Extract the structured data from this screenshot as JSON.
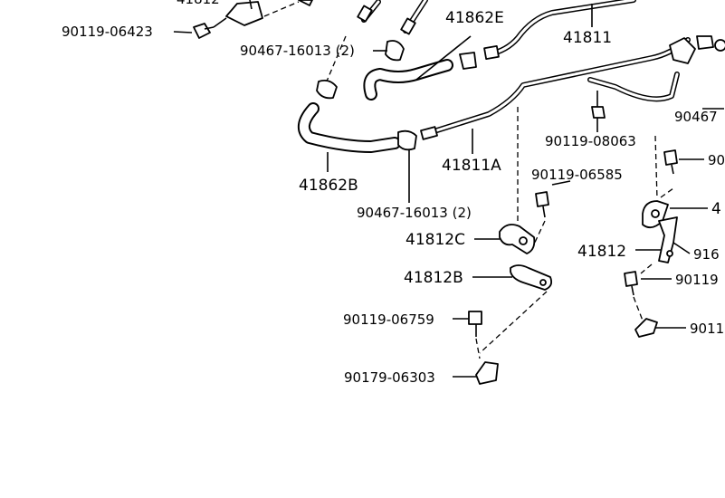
{
  "diagram": {
    "labels": {
      "partial_top": "41812",
      "p90119_06423": "90119-06423",
      "p90467_16013_top": "90467-16013 (2)",
      "p41862E": "41862E",
      "p41811": "41811",
      "p90467_right": "90467",
      "p41862B": "41862B",
      "p41811A": "41811A",
      "p90119_08063": "90119-08063",
      "p90_right": "90",
      "p90119_06585": "90119-06585",
      "p90467_16013_bottom": "90467-16013 (2)",
      "p4_right": "4",
      "p41812C": "41812C",
      "p41812": "41812",
      "p916_right": "916",
      "p41812B": "41812B",
      "p90119_right": "90119",
      "p90119_06759": "90119-06759",
      "p9011_right": "9011",
      "p90179_06303": "90179-06303"
    }
  }
}
